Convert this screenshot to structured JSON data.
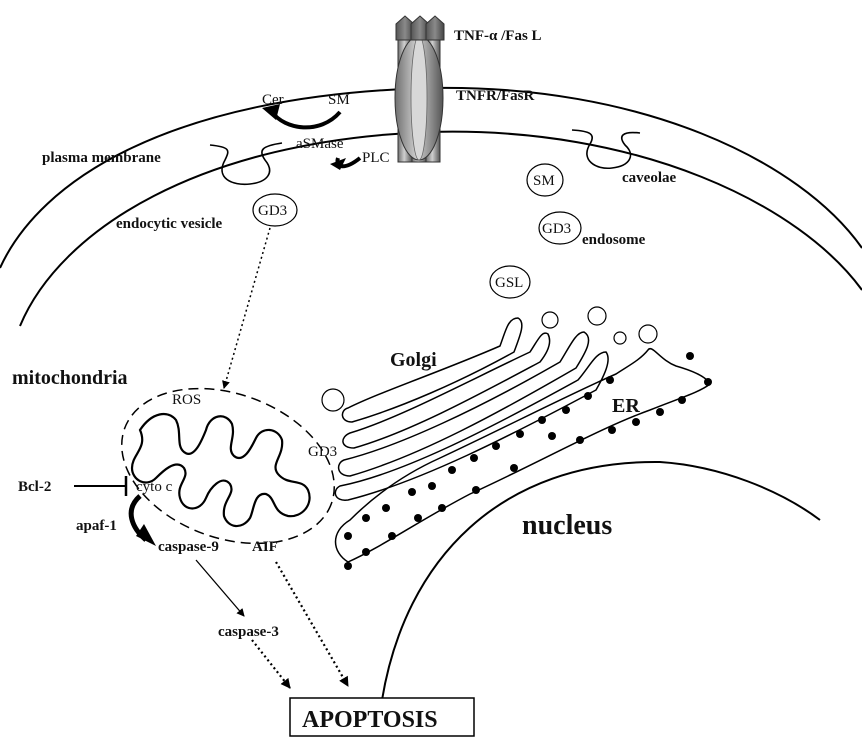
{
  "labels": {
    "ligand": "TNF-α /Fas L",
    "receptor": "TNFR/FasR",
    "cer": "Cer",
    "sm_top": "SM",
    "asmase": "aSMase",
    "plc": "PLC",
    "plasma_membrane": "plasma membrane",
    "caveolae": "caveolae",
    "gd3_vesicle": "GD3",
    "endocytic_vesicle": "endocytic vesicle",
    "sm_caveolae": "SM",
    "gd3_endosome": "GD3",
    "endosome": "endosome",
    "gsl": "GSL",
    "golgi": "Golgi",
    "mitochondria": "mitochondria",
    "ros": "ROS",
    "gd3_golgi": "GD3",
    "er": "ER",
    "bcl2": "Bcl-2",
    "cyto_c": "cyto c",
    "apaf1": "apaf-1",
    "caspase9": "caspase-9",
    "aif": "AIF",
    "nucleus": "nucleus",
    "caspase3": "caspase-3",
    "apoptosis": "APOPTOSIS"
  }
}
